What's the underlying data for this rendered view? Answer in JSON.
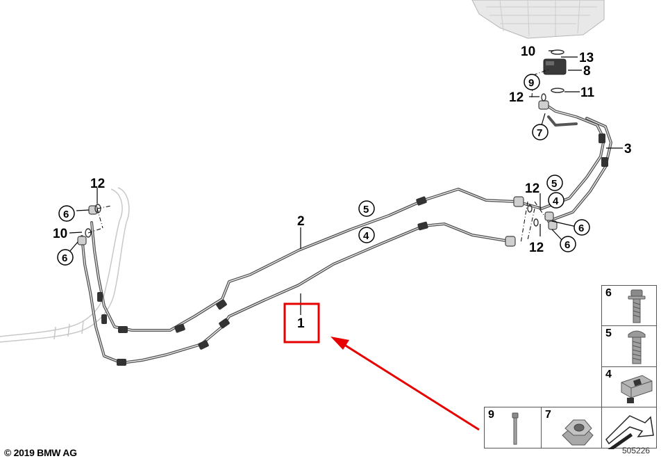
{
  "diagram": {
    "callouts": {
      "c1": "1",
      "c2": "2",
      "c3": "3",
      "c4a": "4",
      "c4b": "4",
      "c5a": "5",
      "c5b": "5",
      "c6a": "6",
      "c6b": "6",
      "c6c": "6",
      "c6d": "6",
      "c7": "7",
      "c8": "8",
      "c9": "9",
      "c10a": "10",
      "c10b": "10",
      "c11": "11",
      "c12a": "12",
      "c12b": "12",
      "c12c": "12",
      "c12d": "12",
      "c13": "13"
    },
    "highlight_color": "#e60000",
    "line_color": "#555555"
  },
  "legend": {
    "items": [
      {
        "number": "6",
        "part": "bolt-flange-icon"
      },
      {
        "number": "5",
        "part": "bolt-round-head-icon"
      },
      {
        "number": "4",
        "part": "clip-nut-icon"
      },
      {
        "number": "9",
        "part": "screw-thin-icon"
      },
      {
        "number": "7",
        "part": "hex-nut-icon"
      },
      {
        "number": "",
        "part": "arrow-symbol-icon"
      }
    ]
  },
  "footer": {
    "copyright": "© 2019 BMW AG",
    "doc_number": "505226"
  }
}
